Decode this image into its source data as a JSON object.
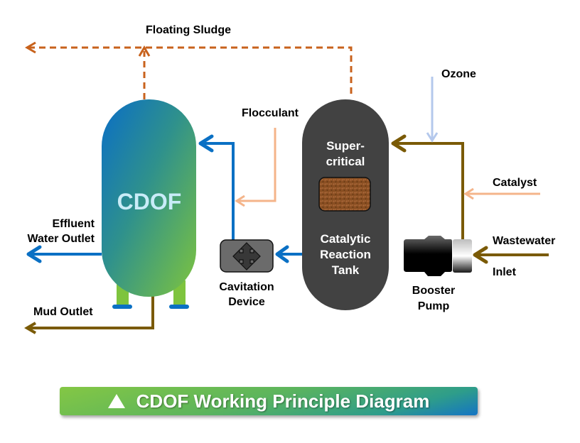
{
  "title": "CDOF Working Principle Diagram",
  "title_icon": "triangle-up-icon",
  "labels": {
    "floating_sludge": "Floating Sludge",
    "ozone": "Ozone",
    "flocculant": "Flocculant",
    "catalyst": "Catalyst",
    "wastewater": "Wastewater",
    "inlet": "Inlet",
    "effluent_line1": "Effluent",
    "effluent_line2": "Water Outlet",
    "mud_outlet": "Mud Outlet",
    "cavitation_line1": "Cavitation",
    "cavitation_line2": "Device",
    "booster_line1": "Booster",
    "booster_line2": "Pump"
  },
  "cdof_tank": {
    "label": "CDOF"
  },
  "reaction_tank": {
    "top_line1": "Super-",
    "top_line2": "critical",
    "bottom_line1": "Catalytic",
    "bottom_line2": "Reaction",
    "bottom_line3": "Tank"
  },
  "colors": {
    "water_flow": "#0a70c4",
    "wastewater_flow": "#7a5a06",
    "sludge_flow": "#c8621c",
    "flocculant_flow": "#f4b48a",
    "ozone_flow": "#b4c8ec",
    "reaction_tank": "#424242",
    "banner_start": "#84c744",
    "banner_end": "#1474c4"
  }
}
